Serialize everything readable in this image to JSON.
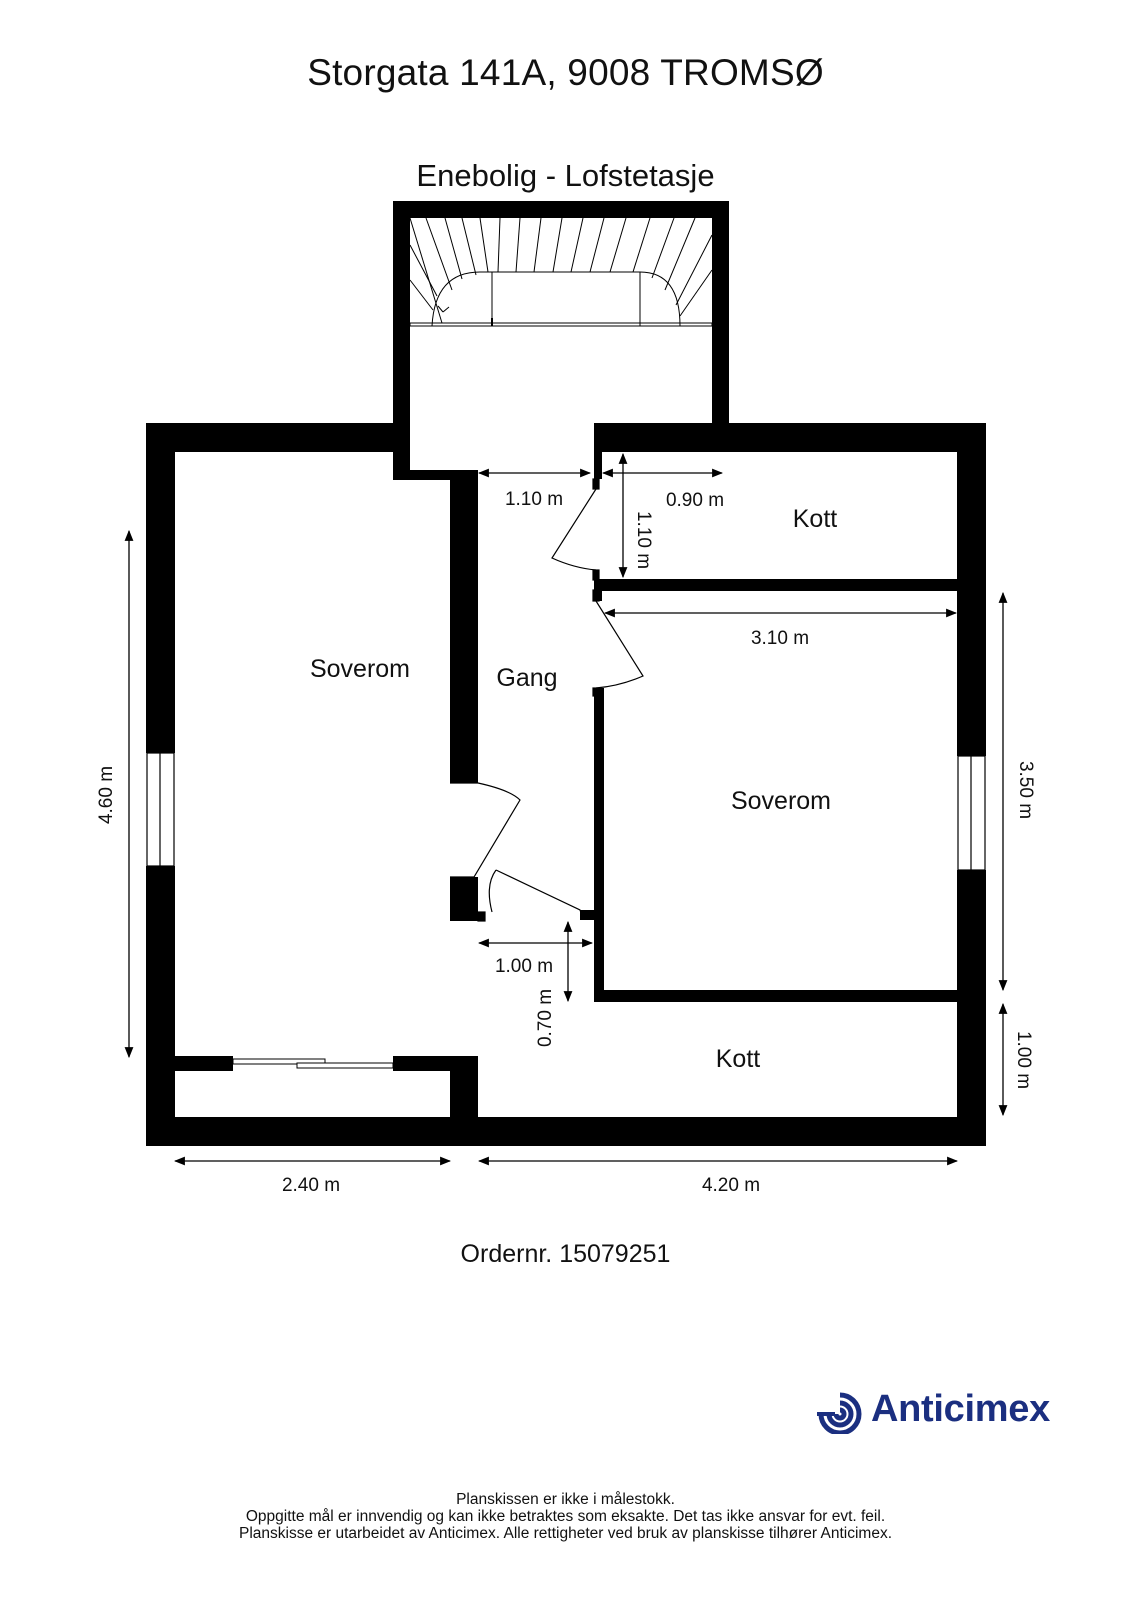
{
  "header": {
    "address": "Storgata 141A, 9008 TROMSØ",
    "floor": "Enebolig - Lofstetasje"
  },
  "rooms": {
    "soverom_left": "Soverom",
    "gang": "Gang",
    "kott_top": "Kott",
    "soverom_right": "Soverom",
    "kott_bottom": "Kott"
  },
  "dimensions": {
    "d_110_horizontal": "1.10 m",
    "d_090": "0.90 m",
    "d_110_vertical": "1.10 m",
    "d_310": "3.10 m",
    "d_460": "4.60 m",
    "d_350": "3.50 m",
    "d_100_horizontal": "1.00 m",
    "d_070": "0.70 m",
    "d_100_vertical": "1.00 m",
    "d_240": "2.40 m",
    "d_420": "4.20 m"
  },
  "order": "Ordernr. 15079251",
  "logo": {
    "name": "Anticimex",
    "icon": "anticimex-logo-icon",
    "color": "#1b2f80"
  },
  "footer": [
    "Planskissen er ikke i målestokk.",
    "Oppgitte mål er innvendig og kan ikke betraktes som eksakte. Det tas ikke ansvar for evt. feil.",
    "Planskisse er utarbeidet av Anticimex. Alle rettigheter ved bruk av planskisse tilhører Anticimex."
  ]
}
